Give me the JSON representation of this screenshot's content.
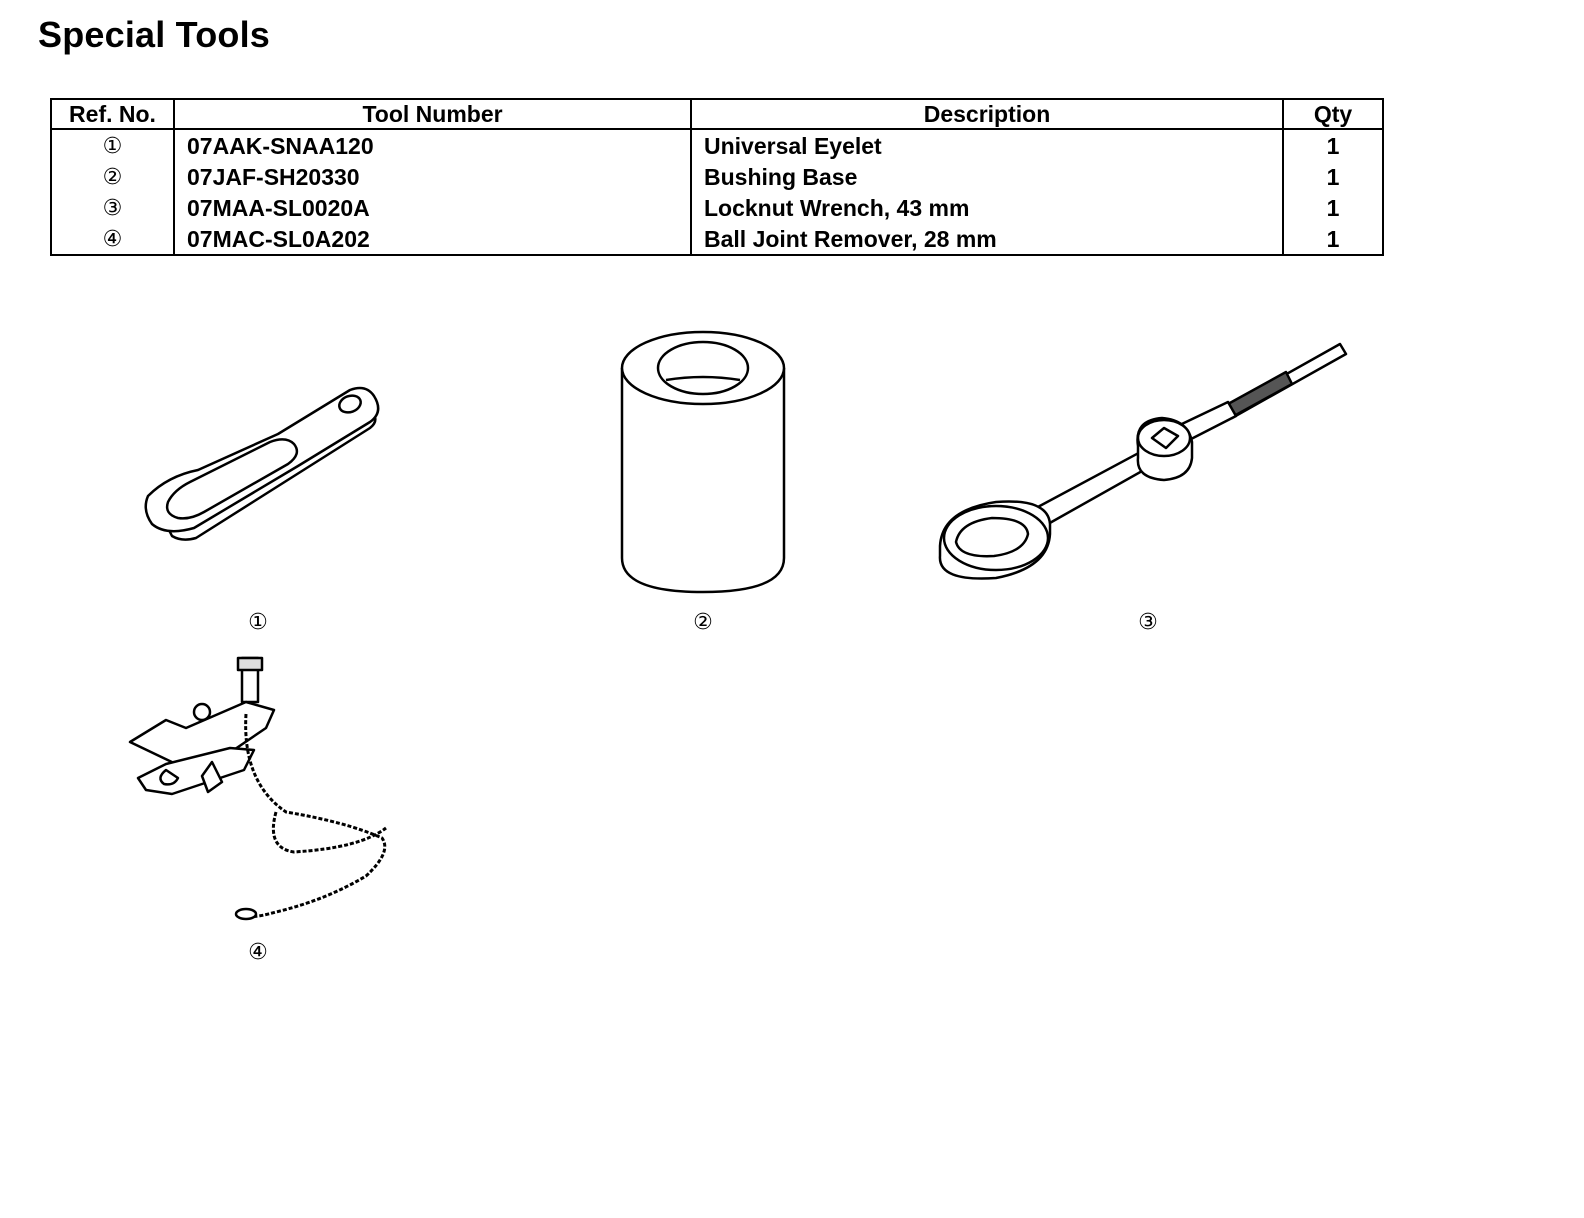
{
  "title": "Special Tools",
  "table": {
    "headers": [
      "Ref. No.",
      "Tool Number",
      "Description",
      "Qty"
    ],
    "rows": [
      {
        "ref": "①",
        "tool_number": "07AAK-SNAA120",
        "description": "Universal Eyelet",
        "qty": "1"
      },
      {
        "ref": "②",
        "tool_number": "07JAF-SH20330",
        "description": "Bushing Base",
        "qty": "1"
      },
      {
        "ref": "③",
        "tool_number": "07MAA-SL0020A",
        "description": "Locknut Wrench, 43 mm",
        "qty": "1"
      },
      {
        "ref": "④",
        "tool_number": "07MAC-SL0A202",
        "description": "Ball Joint Remover, 28 mm",
        "qty": "1"
      }
    ]
  },
  "illustrations": [
    {
      "callout": "①",
      "icon": "universal-eyelet-icon"
    },
    {
      "callout": "②",
      "icon": "bushing-base-icon"
    },
    {
      "callout": "③",
      "icon": "locknut-wrench-icon"
    },
    {
      "callout": "④",
      "icon": "ball-joint-remover-icon"
    }
  ]
}
